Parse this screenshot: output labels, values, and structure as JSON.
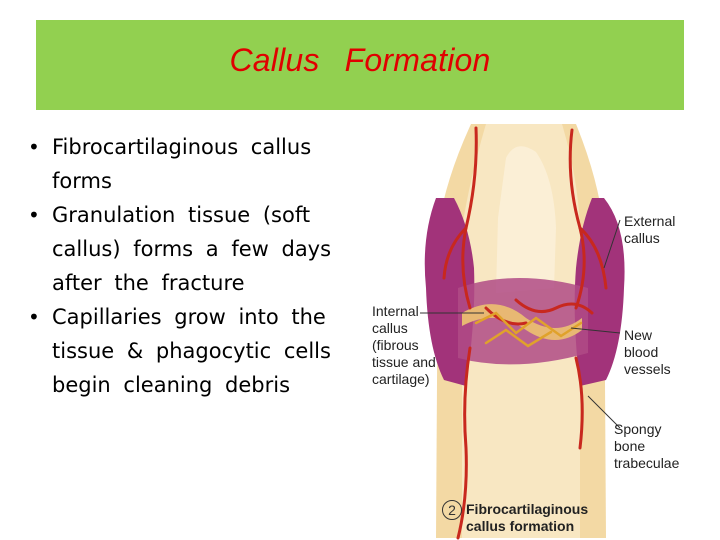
{
  "slide": {
    "title": "Callus   Formation",
    "bullets": [
      "Fibrocartilaginous   callus forms",
      "Granulation  tissue (soft callus)  forms  a  few days  after  the  fracture",
      "Capillaries   grow   into the   tissue   & phagocytic   cells   begin cleaning   debris"
    ]
  },
  "figure": {
    "labels": {
      "internal_callus": "Internal\ncallus\n(fibrous\ntissue and\ncartilage)",
      "external_callus": "External\ncallus",
      "new_blood_vessels": "New\nblood\nvessels",
      "spongy_bone": "Spongy\nbone\ntrabeculae"
    },
    "caption_number": "2",
    "caption": "Fibrocartilaginous\ncallus formation"
  },
  "colors": {
    "banner": "#92d050",
    "title": "#e00000",
    "bone": "#f3d9a4",
    "callus": "#a2337a",
    "vessel": "#c8281e"
  }
}
